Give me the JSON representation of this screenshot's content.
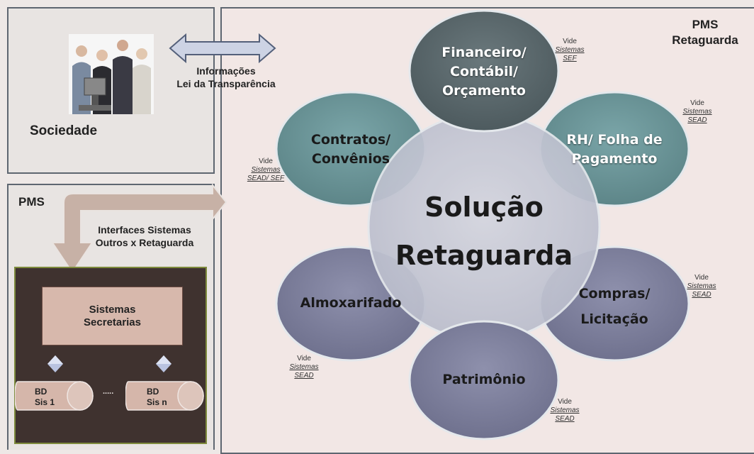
{
  "sociedade": {
    "title": "Sociedade",
    "arrow_line1": "Informações",
    "arrow_line2": "Lei da Transparência"
  },
  "pms": {
    "title": "PMS",
    "interfaces_line1": "Interfaces Sistemas",
    "interfaces_line2": "Outros x Retaguarda",
    "sistemas_line1": "Sistemas",
    "sistemas_line2": "Secretarias",
    "db1_line1": "BD",
    "db1_line2": "Sis 1",
    "db2_line1": "BD",
    "db2_line2": "Sis n",
    "ellipsis": "....."
  },
  "retaguarda": {
    "title_line1": "PMS",
    "title_line2": "Retaguarda",
    "center_line1": "Solução",
    "center_line2": "Retaguarda",
    "modules": {
      "financeiro": [
        "Financeiro/",
        "Contábil/",
        "Orçamento"
      ],
      "rh": [
        "RH/ Folha de",
        "Pagamento"
      ],
      "compras": [
        "Compras/",
        "Licitação"
      ],
      "patrimonio": [
        "Patrimônio"
      ],
      "almoxarifado": [
        "Almoxarifado"
      ],
      "contratos": [
        "Contratos/",
        "Convênios"
      ]
    },
    "notes": {
      "financeiro": [
        "Vide",
        "Sistemas",
        "SEF"
      ],
      "rh": [
        "Vide",
        "Sistemas",
        "SEAD"
      ],
      "compras": [
        "Vide",
        "Sistemas",
        "SEAD"
      ],
      "patrimonio": [
        "Vide",
        "Sistemas",
        "SEAD"
      ],
      "almoxarifado": [
        "Vide",
        "Sistemas",
        "SEAD"
      ],
      "contratos": [
        "Vide",
        "Sistemas",
        "SEAD/ SEF"
      ]
    }
  },
  "colors": {
    "financeiro": "#5b6a6e",
    "teal": "#6b9497",
    "purple": "#7c7e9a",
    "center": "#c9cbd6"
  }
}
